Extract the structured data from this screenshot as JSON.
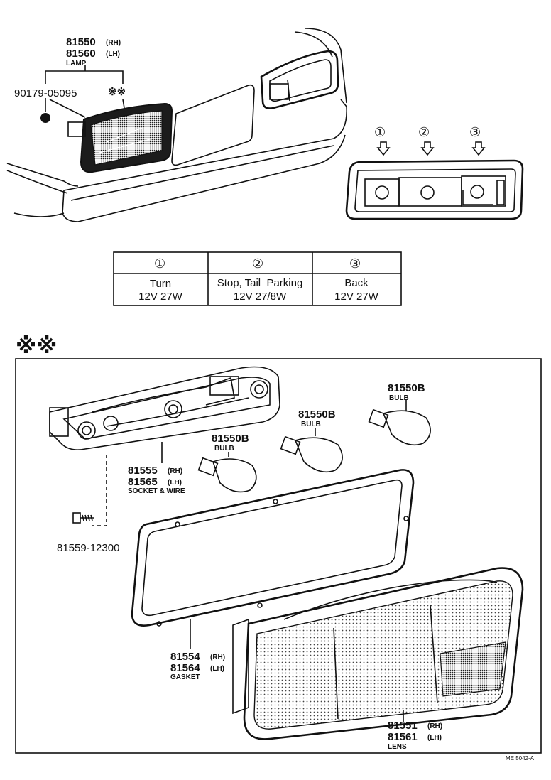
{
  "top": {
    "lamp_rh": "81550",
    "lamp_rh_side": "(RH)",
    "lamp_lh": "81560",
    "lamp_lh_side": "(LH)",
    "lamp_label": "LAMP",
    "clip_part": "90179-05095",
    "marker": "※※"
  },
  "bulb_positions": [
    {
      "num": "①"
    },
    {
      "num": "②"
    },
    {
      "num": "③"
    }
  ],
  "table": {
    "columns": [
      {
        "num": "①",
        "name": "Turn",
        "spec": "12V 27W"
      },
      {
        "num": "②",
        "name": "Stop, Tail  Parking",
        "spec": "12V 27/8W"
      },
      {
        "num": "③",
        "name": "Back",
        "spec": "12V 27W"
      }
    ]
  },
  "detail": {
    "marker": "※※",
    "bulb1_part": "81550B",
    "bulb1_label": "BULB",
    "bulb2_part": "81550B",
    "bulb2_label": "BULB",
    "bulb3_part": "81550B",
    "bulb3_label": "BULB",
    "socket_rh": "81555",
    "socket_rh_side": "(RH)",
    "socket_lh": "81565",
    "socket_lh_side": "(LH)",
    "socket_label": "SOCKET & WIRE",
    "screw_part": "81559-12300",
    "gasket_rh": "81554",
    "gasket_rh_side": "(RH)",
    "gasket_lh": "81564",
    "gasket_lh_side": "(LH)",
    "gasket_label": "GASKET",
    "lens_rh": "81551",
    "lens_rh_side": "(RH)",
    "lens_lh": "81561",
    "lens_lh_side": "(LH)",
    "lens_label": "LENS",
    "drawing_code": "ME 5042-A"
  }
}
